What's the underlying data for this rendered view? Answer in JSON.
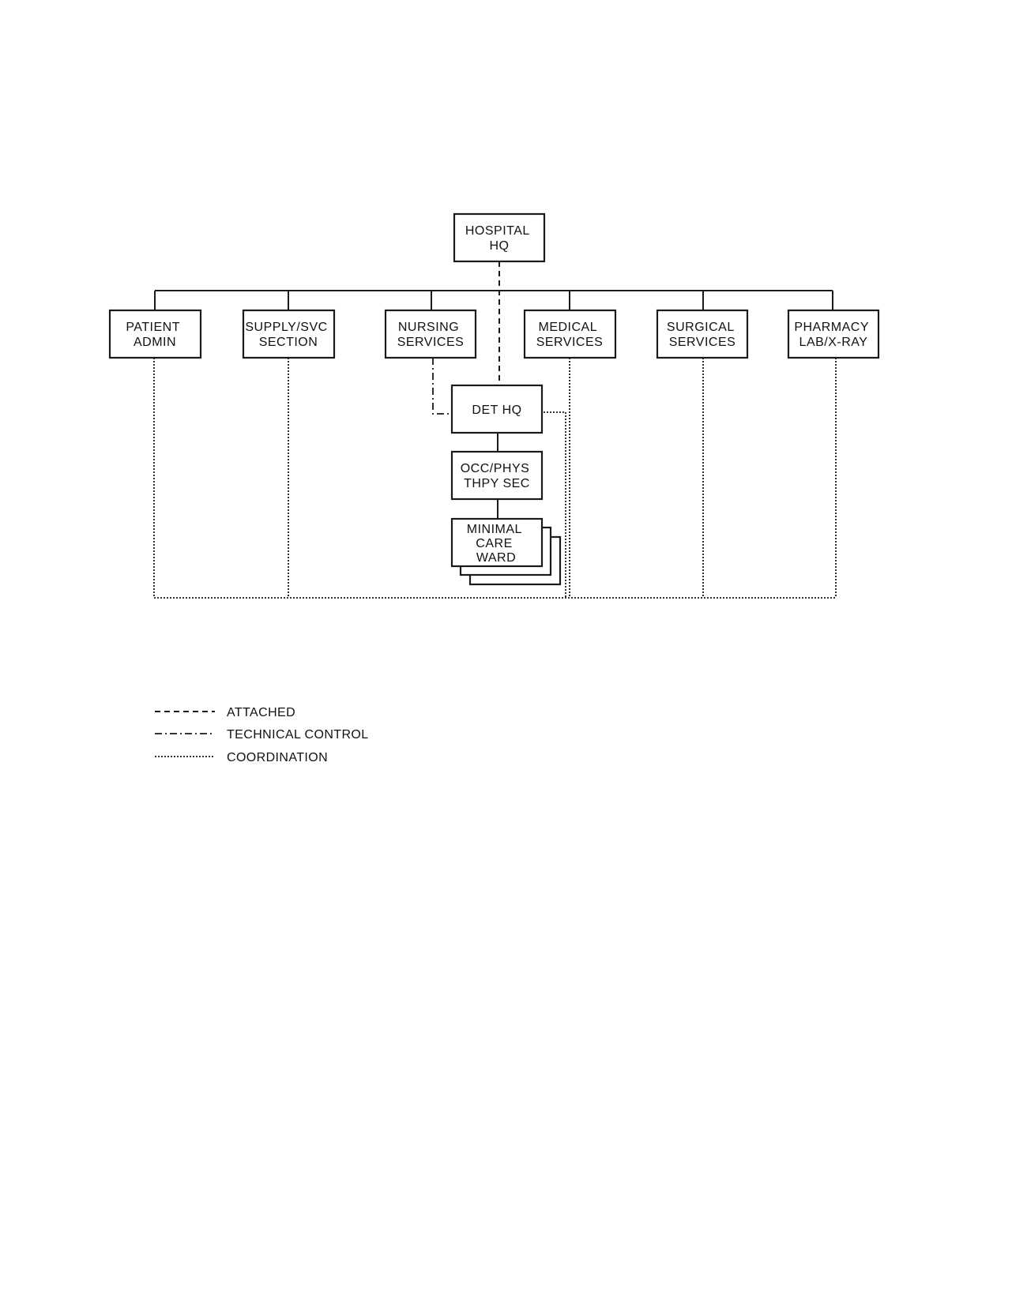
{
  "nodes": {
    "hospital_hq": [
      "HOSPITAL",
      "HQ"
    ],
    "patient_admin": [
      "PATIENT",
      "ADMIN"
    ],
    "supply_svc": [
      "SUPPLY/SVC",
      "SECTION"
    ],
    "nursing": [
      "NURSING",
      "SERVICES"
    ],
    "medical": [
      "MEDICAL",
      "SERVICES"
    ],
    "surgical": [
      "SURGICAL",
      "SERVICES"
    ],
    "pharmacy": [
      "PHARMACY",
      "LAB/X-RAY"
    ],
    "det_hq": [
      "DET HQ"
    ],
    "occ_phys": [
      "OCC/PHYS",
      "THPY SEC"
    ],
    "minimal_care": [
      "MINIMAL",
      "CARE",
      "WARD"
    ]
  },
  "legend": {
    "attached": "ATTACHED",
    "technical_control": "TECHNICAL CONTROL",
    "coordination": "COORDINATION"
  }
}
